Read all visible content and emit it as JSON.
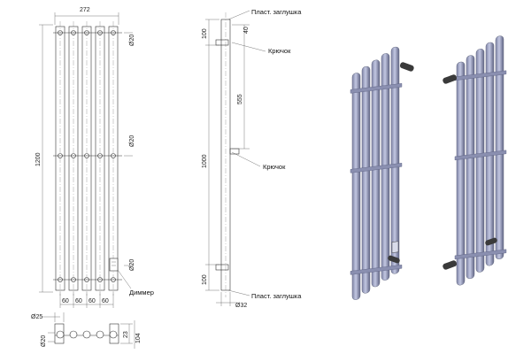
{
  "front_view": {
    "width_dim": "272",
    "height_dim": "1200",
    "dia_top": "Ø20",
    "dia_mid": "Ø20",
    "dia_bottom": "Ø20",
    "spacings": [
      "60",
      "60",
      "60",
      "60"
    ],
    "dimmer_label": "Диммер"
  },
  "side_view": {
    "top_offset": "100",
    "bottom_offset": "100",
    "center_dist": "1000",
    "hook_dist": "555",
    "hook_offset": "40",
    "depth_dia": "Ø32",
    "top_cap_label": "Пласт. заглушка",
    "bottom_cap_label": "Пласт. заглушка",
    "hook_label_1": "Крючок",
    "hook_label_2": "Крючок"
  },
  "bottom_view": {
    "tube_dia": "Ø25",
    "bracket_dia": "Ø20",
    "height_1": "23",
    "height_2": "104"
  },
  "colors": {
    "line": "#333333",
    "tube_3d": "#9aa0c4",
    "tube_3d_dark": "#6e7393",
    "pin": "#3a3a3a"
  }
}
